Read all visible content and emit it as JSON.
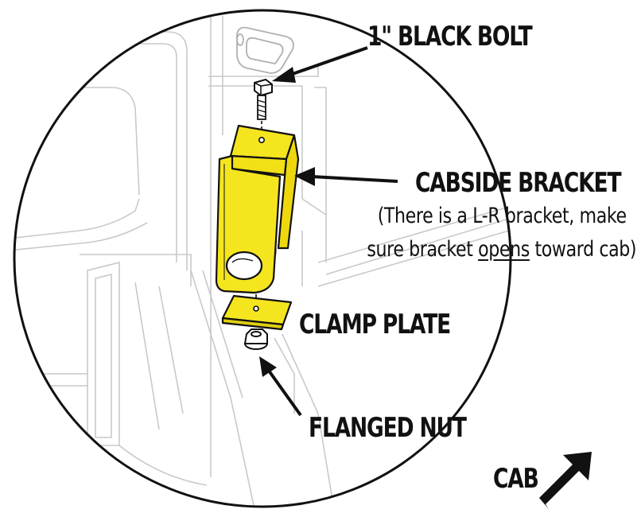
{
  "labels": {
    "bolt": "1\" BLACK BOLT",
    "bracket": "CABSIDE BRACKET",
    "note_line1": "(There is a L-R bracket, make",
    "note_line2_pre": "sure bracket ",
    "note_line2_underlined": "opens",
    "note_line2_post": " toward cab)",
    "clamp": "CLAMP PLATE",
    "nut": "FLANGED NUT",
    "cab": "CAB"
  },
  "colors": {
    "bracket": "#f5e51f",
    "outline": "#111111",
    "faint": "#c9c9c9"
  },
  "icons": [
    "arrow-icon",
    "cab-direction-arrow-icon"
  ]
}
